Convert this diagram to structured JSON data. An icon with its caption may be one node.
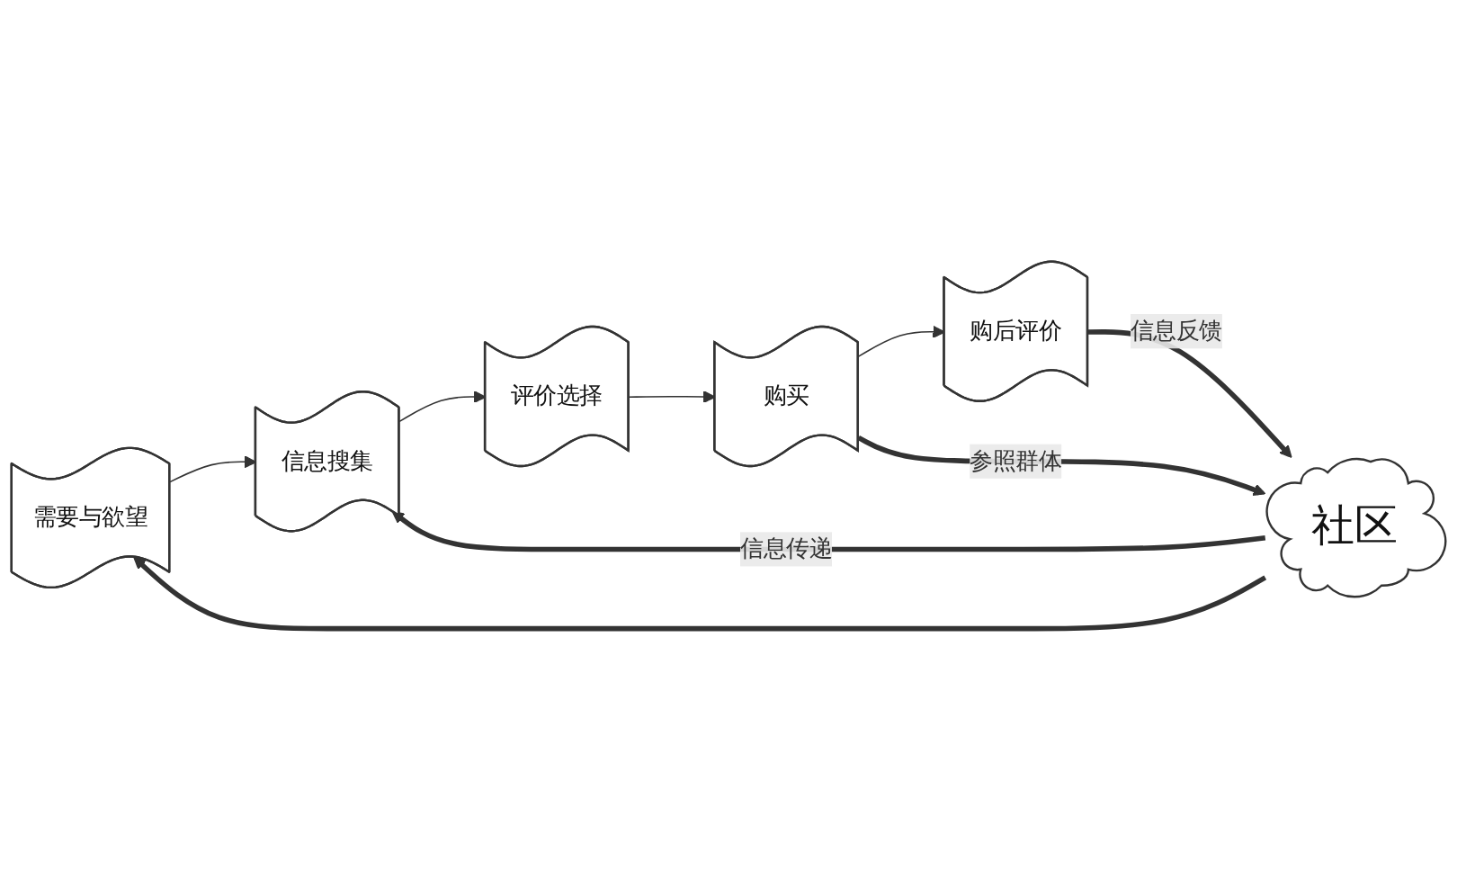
{
  "diagram": {
    "nodes": [
      {
        "text": [
          "需要与欲望"
        ]
      },
      {
        "text": [
          "信息搜集"
        ]
      },
      {
        "text": [
          "评价选择"
        ]
      },
      {
        "text": [
          "购买"
        ]
      },
      {
        "text": [
          "购后评价"
        ]
      },
      {
        "text": [
          "社区"
        ]
      }
    ],
    "edges": [
      {
        "from": 0,
        "to": 1,
        "arrow": "to"
      },
      {
        "from": 1,
        "to": 2,
        "arrow": "to"
      },
      {
        "from": 2,
        "to": 3,
        "arrow": "to"
      },
      {
        "from": 3,
        "to": 4,
        "arrow": "to"
      },
      {
        "from": 5,
        "to": 0,
        "arrow": "to",
        "style": "thick"
      },
      {
        "from": 5,
        "to": 1,
        "arrow": "to",
        "style": "thick",
        "label": "信息传递"
      },
      {
        "from": 3,
        "to": 5,
        "arrow": "to",
        "style": "thick",
        "label": "参照群体"
      },
      {
        "from": 4,
        "to": 5,
        "arrow": "to",
        "style": "thick",
        "label": "信息反馈"
      }
    ]
  }
}
